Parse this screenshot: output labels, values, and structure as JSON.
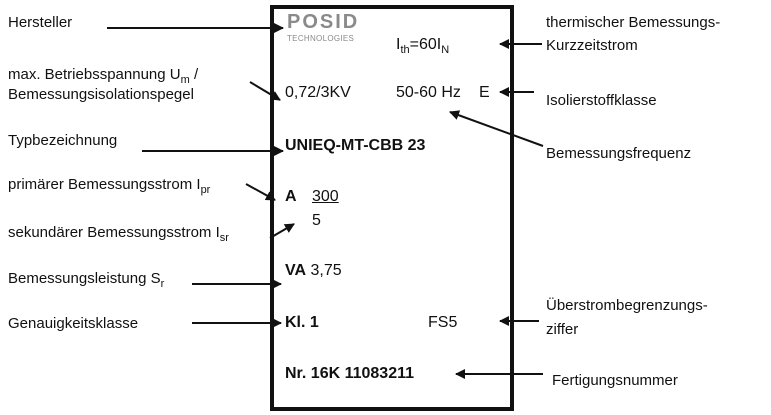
{
  "left_labels": {
    "hersteller": "Hersteller",
    "betriebsspannung_line1_prefix": "max. Betriebsspannung U",
    "betriebsspannung_line1_sub": "m",
    "betriebsspannung_line1_suffix": " /",
    "betriebsspannung_line2": "Bemessungsisolationspegel",
    "typbezeichnung": "Typbezeichnung",
    "primaer_prefix": "primärer Bemessungsstrom I",
    "primaer_sub": "pr",
    "sekundaer_prefix": "sekundärer Bemessungsstrom I",
    "sekundaer_sub": "sr",
    "leistung_prefix": "Bemessungsleistung S",
    "leistung_sub": "r",
    "genauigkeit": "Genauigkeitsklasse"
  },
  "right_labels": {
    "thermisch_line1": "thermischer Bemessungs-",
    "thermisch_line2": "Kurzzeitstrom",
    "isolierstoff": "Isolierstoffklasse",
    "frequenz": "Bemessungsfrequenz",
    "ueberstrom_line1": "Überstrombegrenzungs-",
    "ueberstrom_line2": "ziffer",
    "fertigung": "Fertigungsnummer"
  },
  "plate": {
    "logo_main": "POSID",
    "logo_sub": "TECHNOLOGIES",
    "ith_I": "I",
    "ith_sub": "th",
    "ith_eq": "=60I",
    "ith_sub2": "N",
    "voltage": "0,72/3KV",
    "frequency": "50-60 Hz",
    "insulation_class": "E",
    "type": "UNIEQ-MT-CBB 23",
    "current_unit": "A",
    "primary_current": "300",
    "secondary_current": "5",
    "power_unit": "VA",
    "power_value": "3,75",
    "accuracy": "Kl. 1",
    "fs": "FS5",
    "serial": "Nr. 16K 11083211"
  }
}
